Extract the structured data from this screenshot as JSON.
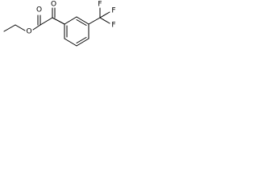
{
  "molecule": {
    "atoms": {
      "ester_oxygen": "O",
      "carbonyl_oxygen_1": "O",
      "carbonyl_oxygen_2": "O",
      "fluorine_1": "F",
      "fluorine_2": "F",
      "fluorine_3": "F"
    }
  }
}
